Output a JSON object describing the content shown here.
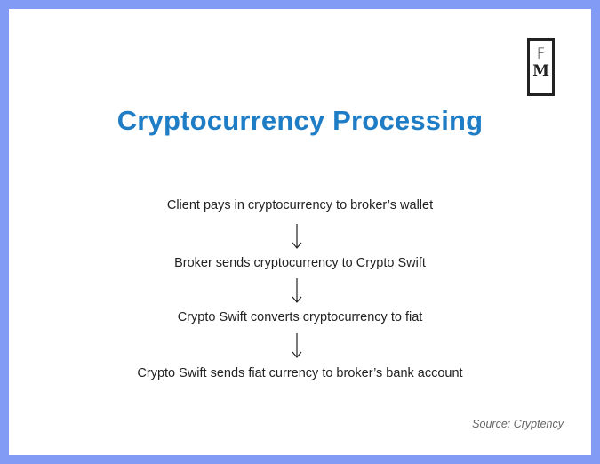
{
  "logo": {
    "top": "F",
    "bottom": "M"
  },
  "title": "Cryptocurrency Processing",
  "steps": [
    "Client pays in cryptocurrency to broker’s wallet",
    "Broker sends cryptocurrency to Crypto Swift",
    "Crypto Swift converts cryptocurrency to fiat",
    "Crypto Swift sends fiat currency to broker’s bank account"
  ],
  "source": "Source: Cryptency",
  "colors": {
    "border": "#829cf6",
    "title": "#1f7dc6"
  }
}
